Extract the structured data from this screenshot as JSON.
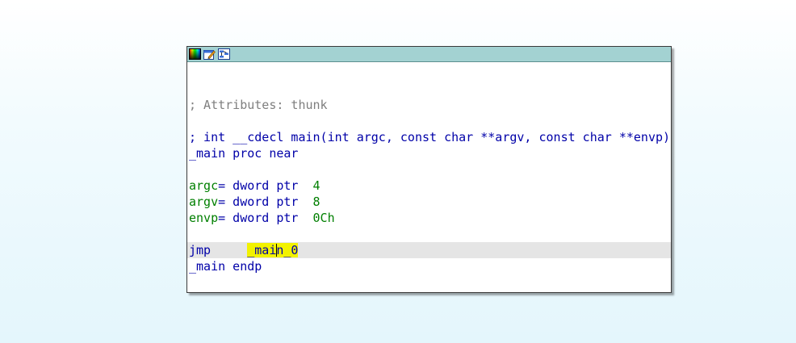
{
  "titlebar": {
    "icons": [
      "palette-icon",
      "edit-icon",
      "graph-icon"
    ]
  },
  "colors": {
    "titlebar": "#a3d2d2",
    "keyword": "#0000a8",
    "comment": "#7f7f7f",
    "data_name": "#007f00",
    "highlight": "#f2f200",
    "current_line": "#e5e5e5"
  },
  "code": {
    "attributes_comment": "; Attributes: thunk",
    "signature_comment": "; int __cdecl main(int argc, const char **argv, const char **envp)",
    "proc_name": "_main",
    "proc_kw": " proc near",
    "vars": [
      {
        "name": "argc",
        "eq": "=",
        "type": " dword ptr  ",
        "value": "4"
      },
      {
        "name": "argv",
        "eq": "=",
        "type": " dword ptr  ",
        "value": "8"
      },
      {
        "name": "envp",
        "eq": "=",
        "type": " dword ptr  ",
        "value": "0Ch"
      }
    ],
    "jmp_mnemonic": "jmp",
    "jmp_spacing": "     ",
    "jmp_target": "_main_0",
    "endp_name": "_main",
    "endp_kw": " endp"
  }
}
